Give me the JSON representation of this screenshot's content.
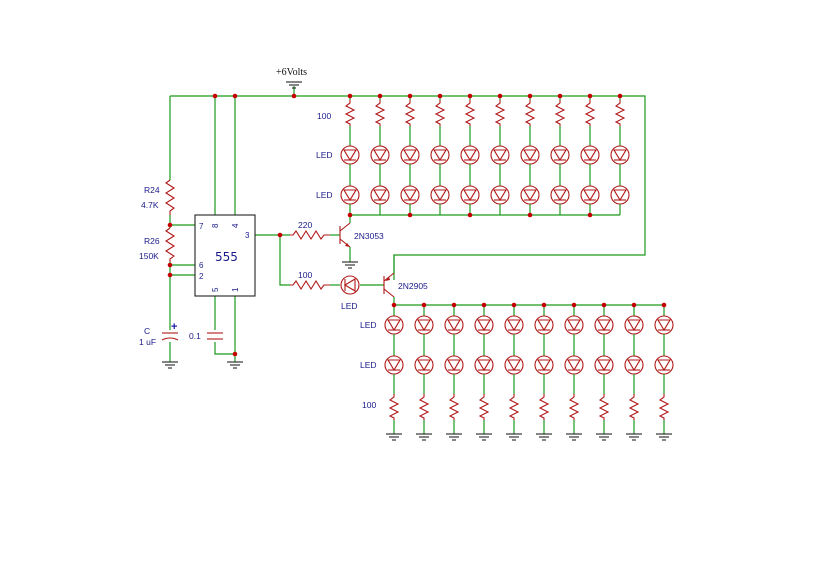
{
  "supply": {
    "label": "+6Volts"
  },
  "timer": {
    "name": "555",
    "pins": {
      "p7": "7",
      "p8": "8",
      "p4": "4",
      "p3": "3",
      "p6": "6",
      "p2": "2",
      "p5": "5",
      "p1": "1"
    }
  },
  "components": {
    "r24_name": "R24",
    "r24_value": "4.7K",
    "r26_name": "R26",
    "r26_value": "150K",
    "c_name": "C",
    "c_value": "1 uF",
    "c_polarity": "+",
    "c01_value": "0.1",
    "r_base_npn": "220",
    "r_base_pnp": "100",
    "npn_name": "2N3053",
    "pnp_name": "2N2905",
    "indicator_led": "LED"
  },
  "top_bank": {
    "resistor_value": "100",
    "row1_label": "LED",
    "row2_label": "LED",
    "count": 10
  },
  "bottom_bank": {
    "row1_label": "LED",
    "row2_label": "LED",
    "resistor_value": "100",
    "count": 10
  }
}
